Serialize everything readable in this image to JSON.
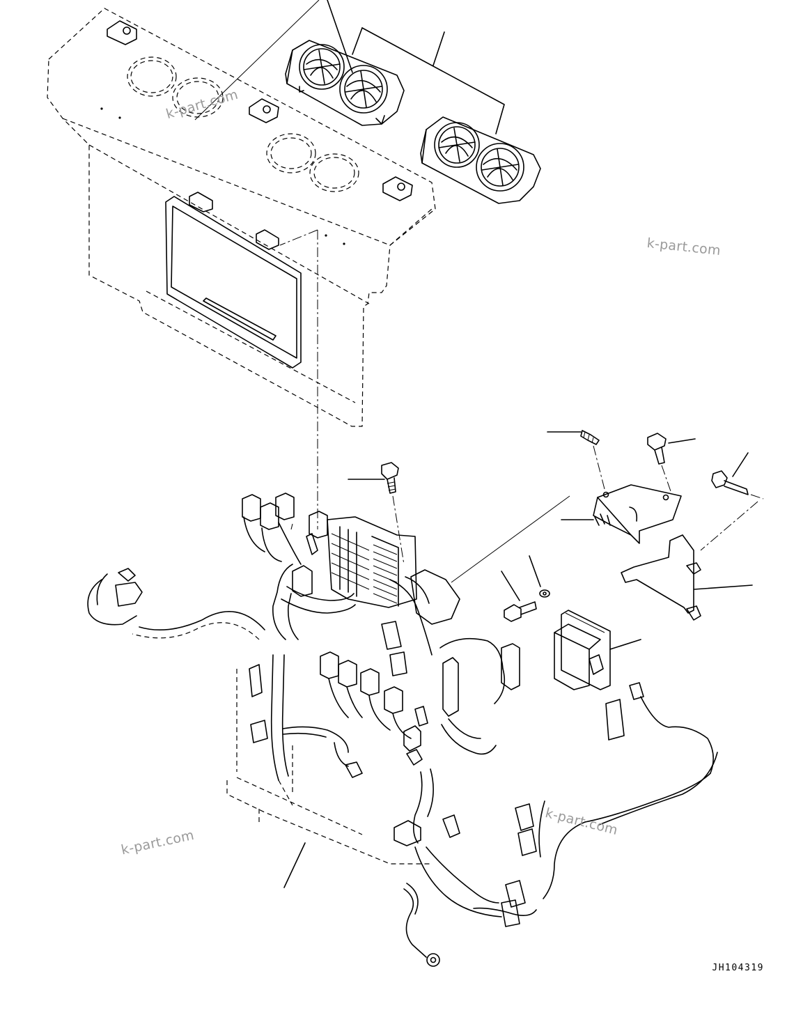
{
  "watermarks": [
    "k-part.com",
    "k-part.com",
    "k-part.com",
    "k-part.com"
  ],
  "drawing_code": "JH104319",
  "colors": {
    "line": "#000000",
    "watermark": "#9a9a9a",
    "background": "#ffffff"
  }
}
